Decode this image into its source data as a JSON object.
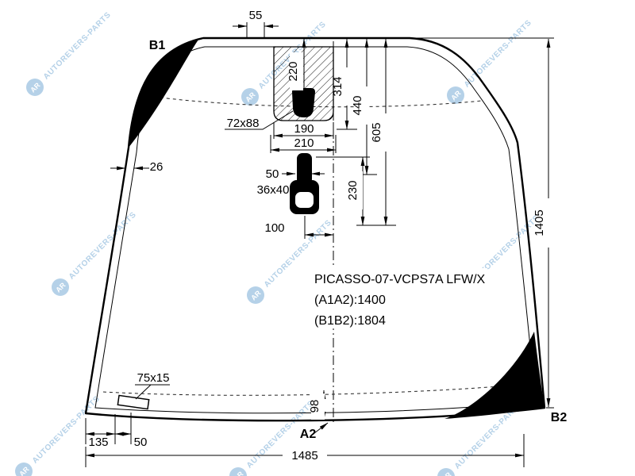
{
  "watermark": {
    "initials": "AR",
    "brand": "AUTOREVERS-PARTS"
  },
  "part_info": {
    "code": "PICASSO-07-VCPS7A LFW/X",
    "a_dim": "(A1A2):1400",
    "b_dim": "(B1B2):1804"
  },
  "point_labels": {
    "b1": "B1",
    "b2": "B2",
    "a2": "A2"
  },
  "dims": {
    "top_offset": "55",
    "camera_center": "220",
    "d314": "314",
    "d440": "440",
    "d605": "605",
    "sensor_size": "72x88",
    "d190": "190",
    "d210": "210",
    "edge_band": "26",
    "stem": "50",
    "mount_size": "36x40",
    "d230": "230",
    "d100": "100",
    "height": "1405",
    "bracket_size": "75x15",
    "d135": "135",
    "d50": "50",
    "d98": "98",
    "width": "1485"
  },
  "colors": {
    "line": "#000000",
    "watermark": "#a9cae4",
    "background": "#ffffff"
  }
}
